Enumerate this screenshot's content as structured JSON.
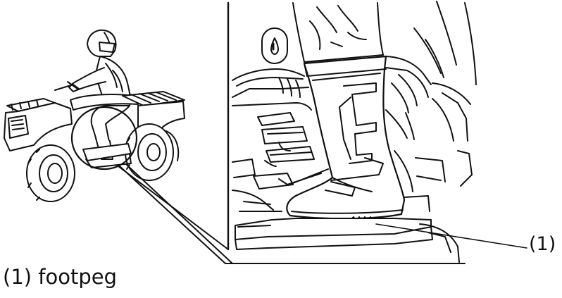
{
  "callout": {
    "number": "(1)"
  },
  "caption": {
    "text": "(1) footpeg"
  },
  "icons": {
    "overview": "atv-rider-illustration",
    "detail": "boot-on-footpeg-detail",
    "badge": "oil-drop-badge-icon"
  }
}
